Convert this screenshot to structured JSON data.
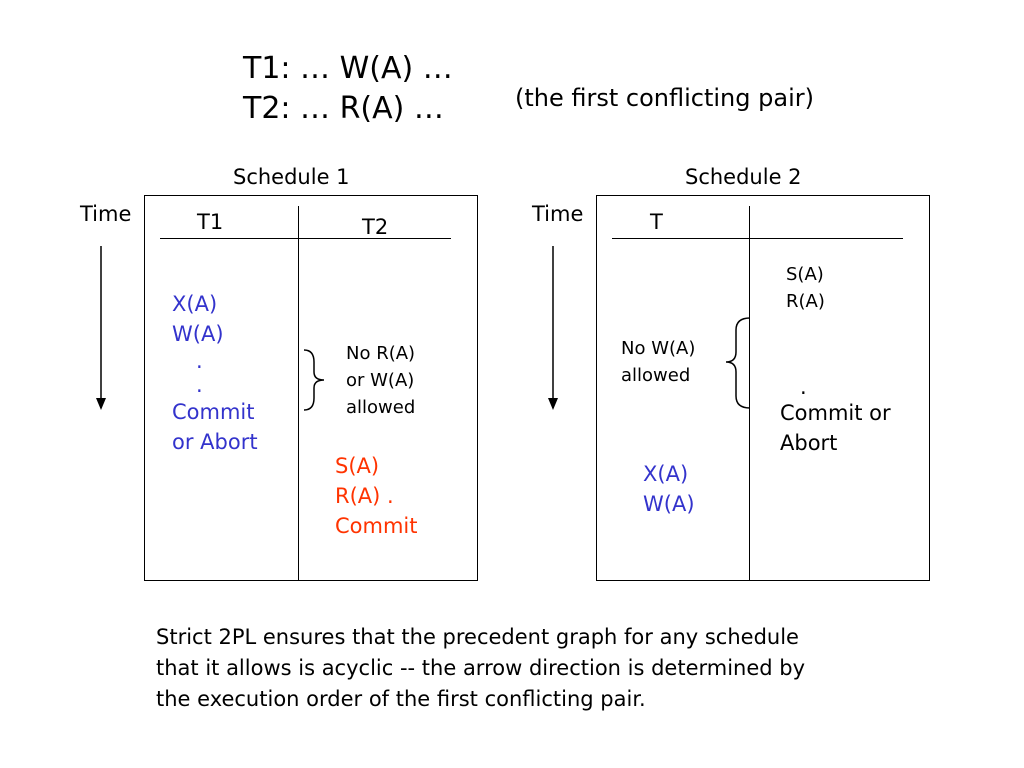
{
  "header": {
    "line1": "T1: … W(A) …",
    "line2": "T2: … R(A) …",
    "note": "(the first conflicting pair)"
  },
  "schedule1": {
    "title": "Schedule 1",
    "time_label": "Time",
    "col1": "T1",
    "col2": "T2",
    "t1_ops": [
      "X(A)",
      "W(A)",
      ".",
      ".",
      "Commit",
      "or Abort"
    ],
    "brace_note": [
      "No R(A)",
      "or W(A)",
      "allowed"
    ],
    "t2_ops": [
      "S(A)",
      "R(A) .",
      "Commit"
    ]
  },
  "schedule2": {
    "title": "Schedule 2",
    "time_label": "Time",
    "col1": "T",
    "right_top": [
      "S(A)",
      "R(A)"
    ],
    "brace_note": [
      "No W(A)",
      "allowed"
    ],
    "right_bottom": [
      ".",
      "Commit or",
      "Abort"
    ],
    "left_ops": [
      "X(A)",
      "W(A)"
    ]
  },
  "caption": [
    "Strict 2PL ensures that the precedent graph for any schedule",
    "that it allows is acyclic -- the arrow direction is determined by",
    "the execution order of the first conflicting pair."
  ],
  "colors": {
    "blue": "#3333cc",
    "red": "#ff3300",
    "black": "#000000"
  }
}
